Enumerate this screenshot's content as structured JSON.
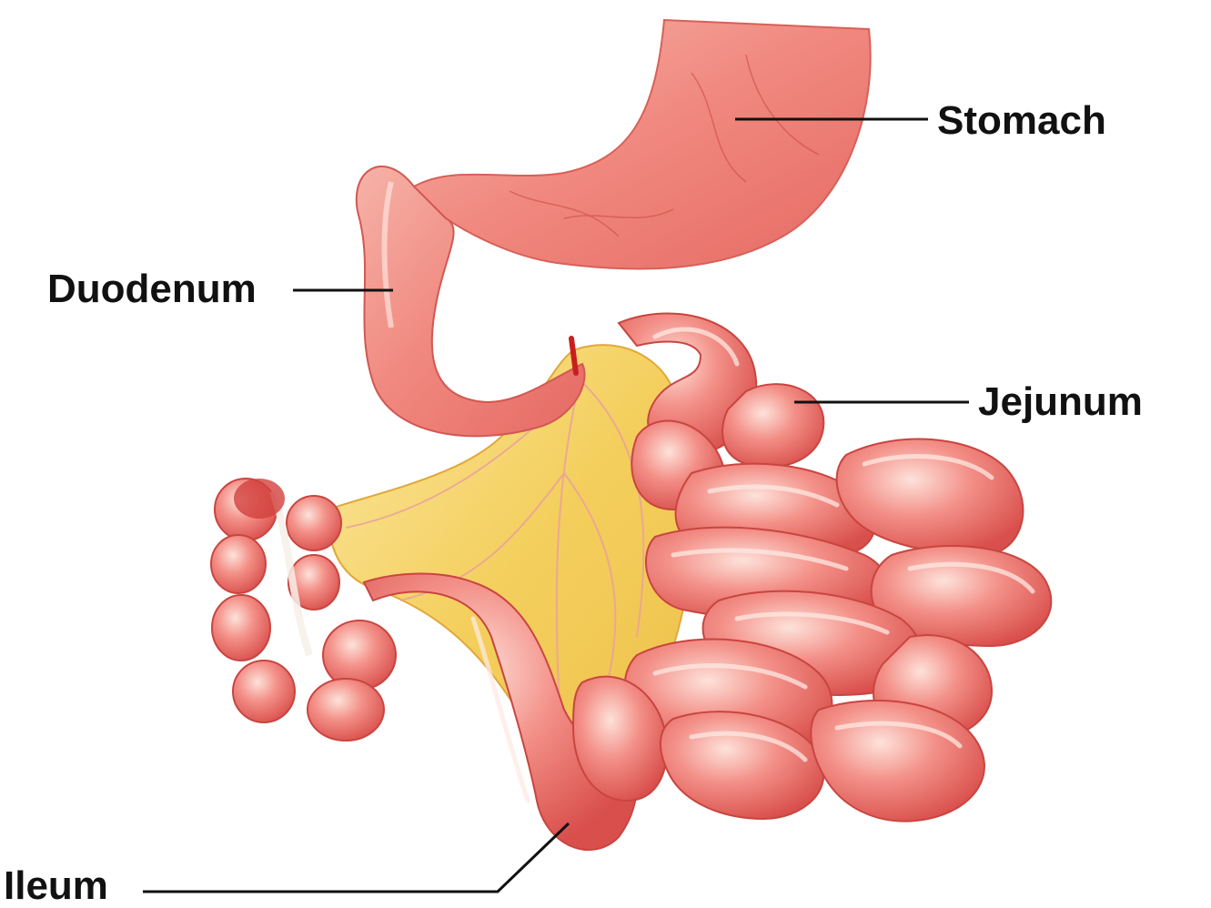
{
  "labels": {
    "stomach": "Stomach",
    "duodenum": "Duodenum",
    "jejunum": "Jejunum",
    "ileum": "Ileum"
  },
  "colors": {
    "intestine": "#f08a82",
    "intestine_dark": "#d8504c",
    "intestine_light": "#fbd0c6",
    "mesentery": "#f4d36b",
    "leader_line": "#111111",
    "text": "#111111"
  }
}
